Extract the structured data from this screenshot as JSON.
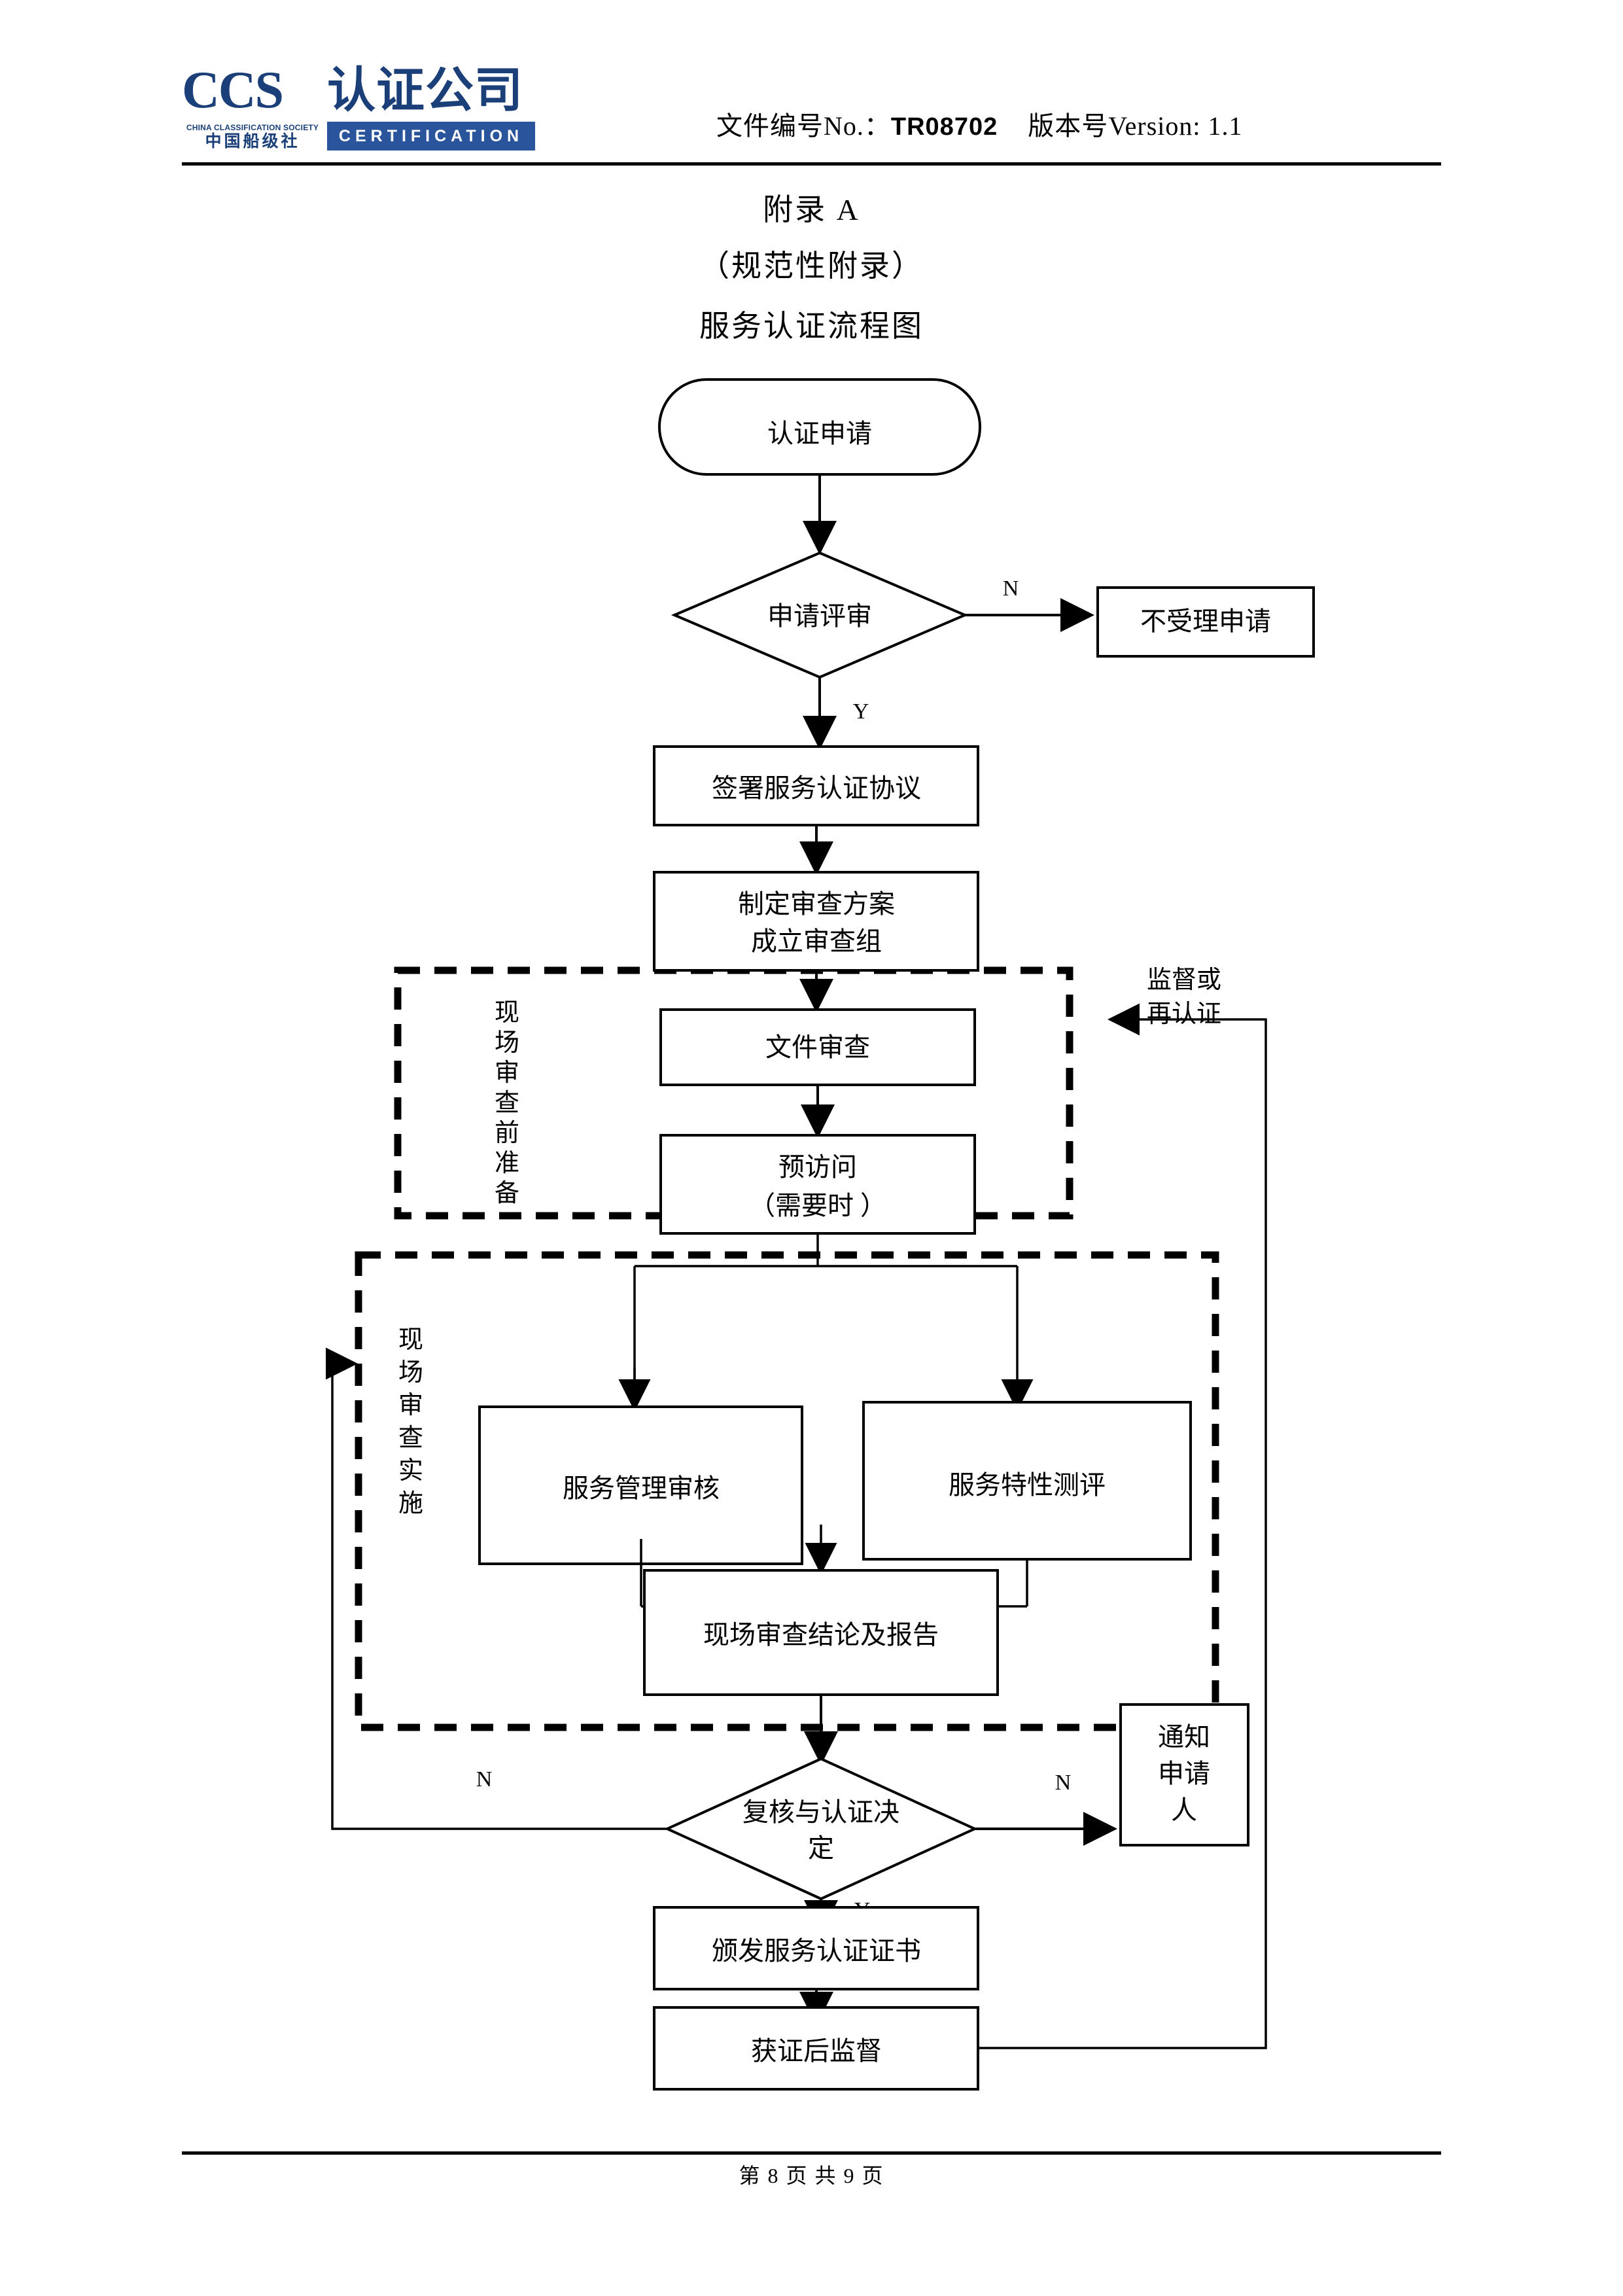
{
  "header": {
    "logo": {
      "mark": "CCS",
      "cn_name": "认证公司",
      "en_society": "CHINA CLASSIFICATION SOCIETY",
      "cn_society": "中国船级社",
      "certification_band": "CERTIFICATION"
    },
    "doc_no_label": "文件编号No.：",
    "doc_no_value": "TR08702",
    "version_label": "版本号Version:",
    "version_value": "1.1"
  },
  "title": {
    "line1": "附录 A",
    "line2": "（规范性附录）",
    "line3": "服务认证流程图"
  },
  "footer": {
    "page": "第 8 页   共 9 页"
  },
  "chart_data": {
    "type": "diagram",
    "title": "服务认证流程图",
    "nodes": [
      {
        "id": "n1",
        "label": "认证申请",
        "shape": "terminator"
      },
      {
        "id": "n2",
        "label": "申请评审",
        "shape": "decision"
      },
      {
        "id": "n3",
        "label": "不受理申请",
        "shape": "process"
      },
      {
        "id": "n4",
        "label": "签署服务认证协议",
        "shape": "process"
      },
      {
        "id": "n5",
        "label": "制定审查方案",
        "label2": "成立审查组",
        "shape": "process"
      },
      {
        "id": "n6",
        "label": "文件审查",
        "shape": "process"
      },
      {
        "id": "n7",
        "label": "预访问",
        "label2": "（需要时 ）",
        "shape": "process"
      },
      {
        "id": "n8",
        "label": "服务管理审核",
        "shape": "process"
      },
      {
        "id": "n9",
        "label": "服务特性测评",
        "shape": "process"
      },
      {
        "id": "n10",
        "label": "现场审查结论及报告",
        "shape": "process"
      },
      {
        "id": "n11",
        "label": "复核与认证决",
        "label2": "定",
        "shape": "decision"
      },
      {
        "id": "n12",
        "label": "通知申请人",
        "shape": "process",
        "orientation": "vertical"
      },
      {
        "id": "n13",
        "label": "颁发服务认证证书",
        "shape": "process"
      },
      {
        "id": "n14",
        "label": "获证后监督",
        "shape": "process"
      }
    ],
    "groups": [
      {
        "id": "g1",
        "label": "现场审查前准备",
        "orientation": "vertical",
        "members": [
          "n6",
          "n7"
        ]
      },
      {
        "id": "g2",
        "label": "现场审查实施",
        "orientation": "vertical",
        "members": [
          "n8",
          "n9",
          "n10"
        ]
      }
    ],
    "edge_labels": {
      "e_n2_n3": "N",
      "e_n2_n4": "Y",
      "e_n11_left": "N",
      "e_n11_right": "N",
      "e_n11_n13": "Y"
    },
    "annotations": [
      {
        "id": "a1",
        "label1": "监督或",
        "label2": "再认证"
      }
    ],
    "edges": [
      {
        "from": "n1",
        "to": "n2"
      },
      {
        "from": "n2",
        "to": "n3",
        "label": "N"
      },
      {
        "from": "n2",
        "to": "n4",
        "label": "Y"
      },
      {
        "from": "n4",
        "to": "n5"
      },
      {
        "from": "n5",
        "to": "n6"
      },
      {
        "from": "n6",
        "to": "n7"
      },
      {
        "from": "n7",
        "to": "n8"
      },
      {
        "from": "n7",
        "to": "n9"
      },
      {
        "from": "n8",
        "to": "n10"
      },
      {
        "from": "n9",
        "to": "n10"
      },
      {
        "from": "n10",
        "to": "n11"
      },
      {
        "from": "n11",
        "to": "g2",
        "label": "N"
      },
      {
        "from": "n11",
        "to": "n12",
        "label": "N"
      },
      {
        "from": "n11",
        "to": "n13",
        "label": "Y"
      },
      {
        "from": "n13",
        "to": "n14"
      },
      {
        "from": "n14",
        "to": "a1"
      }
    ]
  },
  "flow_text": {
    "n1": "认证申请",
    "n2": "申请评审",
    "n3": "不受理申请",
    "n4": "签署服务认证协议",
    "n5a": "制定审查方案",
    "n5b": "成立审查组",
    "n6": "文件审查",
    "n7a": "预访问",
    "n7b": "（需要时 ）",
    "n8": "服务管理审核",
    "n9": "服务特性测评",
    "n10": "现场审查结论及报告",
    "n11a": "复核与认证决",
    "n11b": "定",
    "n12": "通知申请人",
    "n13": "颁发服务认证证书",
    "n14": "获证后监督",
    "g1": "现场审查前准备",
    "g2": "现场审查实施",
    "a1a": "监督或",
    "a1b": "再认证",
    "lblN1": "N",
    "lblY1": "Y",
    "lblN2": "N",
    "lblN3": "N",
    "lblY2": "Y"
  }
}
